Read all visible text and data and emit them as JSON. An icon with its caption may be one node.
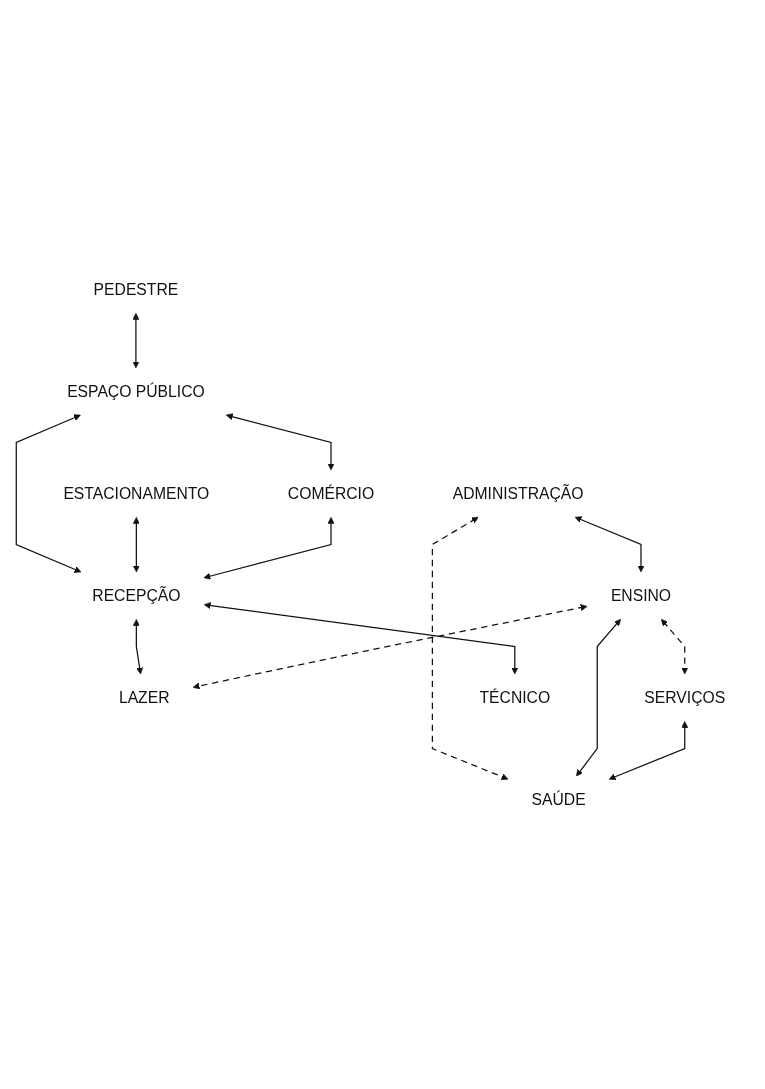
{
  "diagram": {
    "nodes": [
      {
        "text": [
          "PEDESTRE"
        ]
      },
      {
        "text": [
          "ESTACIONAMENTO"
        ]
      },
      {
        "text": [
          "ESPAÇO PÚBLICO"
        ]
      },
      {
        "text": [
          "COMÉRCIO"
        ]
      },
      {
        "text": [
          "RECEPÇÃO"
        ]
      },
      {
        "text": [
          "ADMINISTRAÇÃO"
        ]
      },
      {
        "text": [
          "ENSINO"
        ]
      },
      {
        "text": [
          "LAZER"
        ]
      },
      {
        "text": [
          "SERVIÇOS"
        ]
      },
      {
        "text": [
          "SAÚDE"
        ]
      },
      {
        "text": [
          "TÉCNICO"
        ]
      }
    ],
    "edges": [
      {
        "from": 0,
        "to": 2,
        "arrow": "both"
      },
      {
        "from": 2,
        "to": 4,
        "arrow": "both"
      },
      {
        "from": 1,
        "to": 4,
        "arrow": "both"
      },
      {
        "from": 2,
        "to": 3,
        "arrow": "both"
      },
      {
        "from": 3,
        "to": 4,
        "arrow": "both"
      },
      {
        "from": 4,
        "to": 7,
        "arrow": "both"
      },
      {
        "from": 4,
        "to": 10,
        "arrow": "both"
      },
      {
        "from": 5,
        "to": 6,
        "arrow": "both"
      },
      {
        "from": 5,
        "to": 9,
        "arrow": "both",
        "style": "dashed"
      },
      {
        "from": 6,
        "to": 7,
        "arrow": "both",
        "style": "dashed"
      },
      {
        "from": 6,
        "to": 8,
        "arrow": "both",
        "style": "dashed"
      },
      {
        "from": 6,
        "to": 9,
        "arrow": "both"
      },
      {
        "from": 8,
        "to": 9,
        "arrow": "both"
      }
    ]
  }
}
